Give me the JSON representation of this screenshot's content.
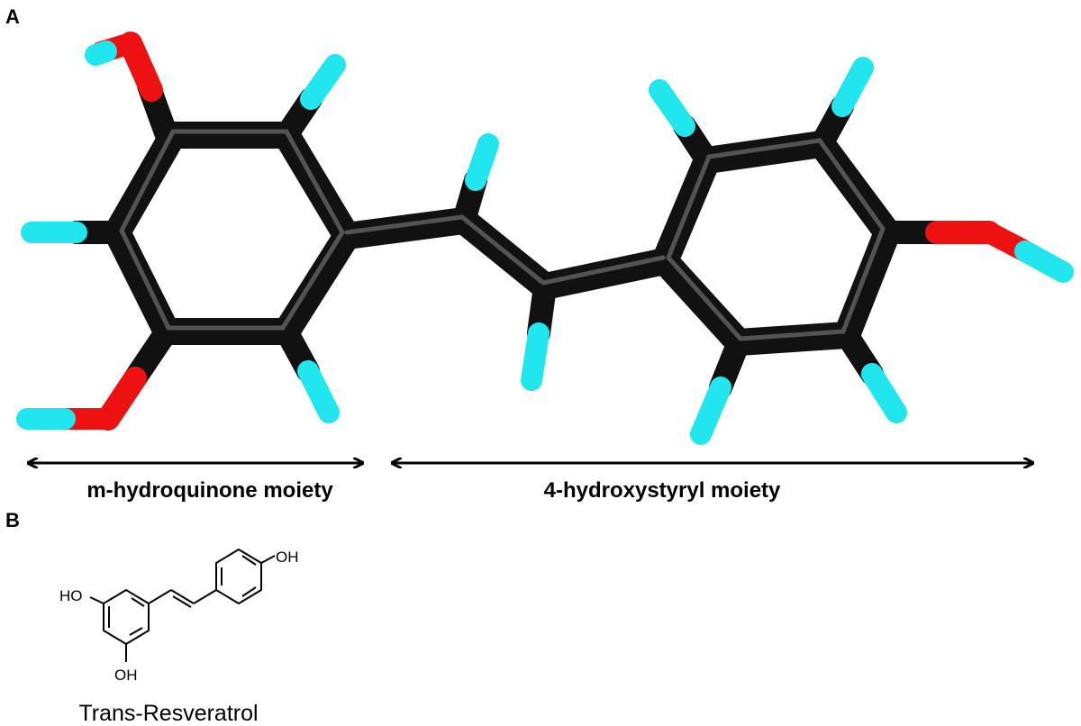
{
  "panels": {
    "a": {
      "letter": "A"
    },
    "b": {
      "letter": "B"
    }
  },
  "moieties": {
    "left": "m-hydroquinone moiety",
    "right": "4-hydroxystyryl moiety"
  },
  "skeletal": {
    "oh_top": "OH",
    "oh_left": "HO",
    "oh_bottom": "OH",
    "caption": "Trans-Resveratrol"
  },
  "colors": {
    "carbon": "#111111",
    "oxygen": "#ee1111",
    "hydrogen": "#22e6ee"
  }
}
